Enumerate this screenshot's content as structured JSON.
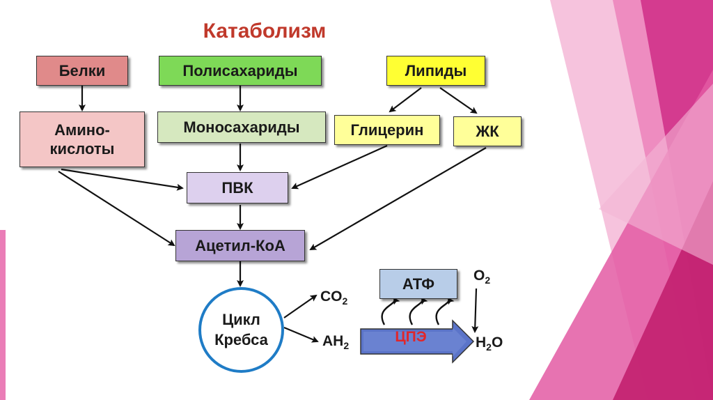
{
  "title": "Катаболизм",
  "nodes": {
    "belki": "Белки",
    "polisaharidy": "Полисахариды",
    "lipidy": "Липиды",
    "aminokisloty_line1": "Амино-",
    "aminokisloty_line2": "кислоты",
    "monosaharidy": "Моносахариды",
    "glicerin": "Глицерин",
    "zhk": "ЖК",
    "pvk": "ПВК",
    "acetil_koa": "Ацетил-КоА",
    "cikl_line1": "Цикл",
    "cikl_line2": "Кребса",
    "atf": "АТФ",
    "cpe": "ЦПЭ"
  },
  "molecules": {
    "co2": {
      "base": "CO",
      "sub": "2"
    },
    "ah2": {
      "base": "АН",
      "sub": "2"
    },
    "o2": {
      "base": "O",
      "sub": "2"
    },
    "h2o": {
      "pre": "H",
      "sub": "2",
      "post": "O"
    }
  },
  "colors": {
    "title": "#c0392b",
    "belki": "#e08a8a",
    "polisaharidy": "#7ed957",
    "lipidy": "#ffff33",
    "aminokisloty": "#f4c6c6",
    "monosaharidy": "#d6e8bf",
    "glicerin": "#ffff99",
    "zhk": "#ffff99",
    "pvk": "#ddd0ee",
    "acetil_koa": "#b7a4d6",
    "atf": "#b8cde8",
    "cpe_arrow": "#5b74c9",
    "cikl_border": "#1f7cc6",
    "cpe_text": "#e0262b"
  }
}
